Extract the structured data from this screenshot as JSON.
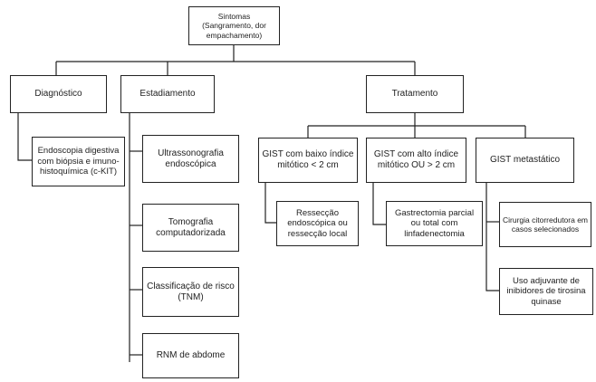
{
  "root": {
    "title": "Sintomas",
    "subtitle": "(Sangramento, dor empachamento)"
  },
  "branches": {
    "diagnostico": {
      "label": "Diagnóstico",
      "children": [
        "Endoscopia digestiva com biópsia e imuno-histoquímica (c-KIT)"
      ]
    },
    "estadiamento": {
      "label": "Estadiamento",
      "children": [
        "Ultrassonografia endoscópica",
        "Tomografia computadorizada",
        "Classificação de risco (TNM)",
        "RNM de abdome"
      ]
    },
    "tratamento": {
      "label": "Tratamento",
      "groups": [
        {
          "label": "GIST com baixo índice mitótico < 2 cm",
          "children": [
            "Ressecção endoscópica ou ressecção local"
          ]
        },
        {
          "label": "GIST com alto índice mitótico OU > 2 cm",
          "children": [
            "Gastrectomia parcial ou total com linfadenectomia"
          ]
        },
        {
          "label": "GIST metastático",
          "children": [
            "Cirurgia citorredutora em casos selecionados",
            "Uso adjuvante de inibidores de tirosina quinase"
          ]
        }
      ]
    }
  }
}
